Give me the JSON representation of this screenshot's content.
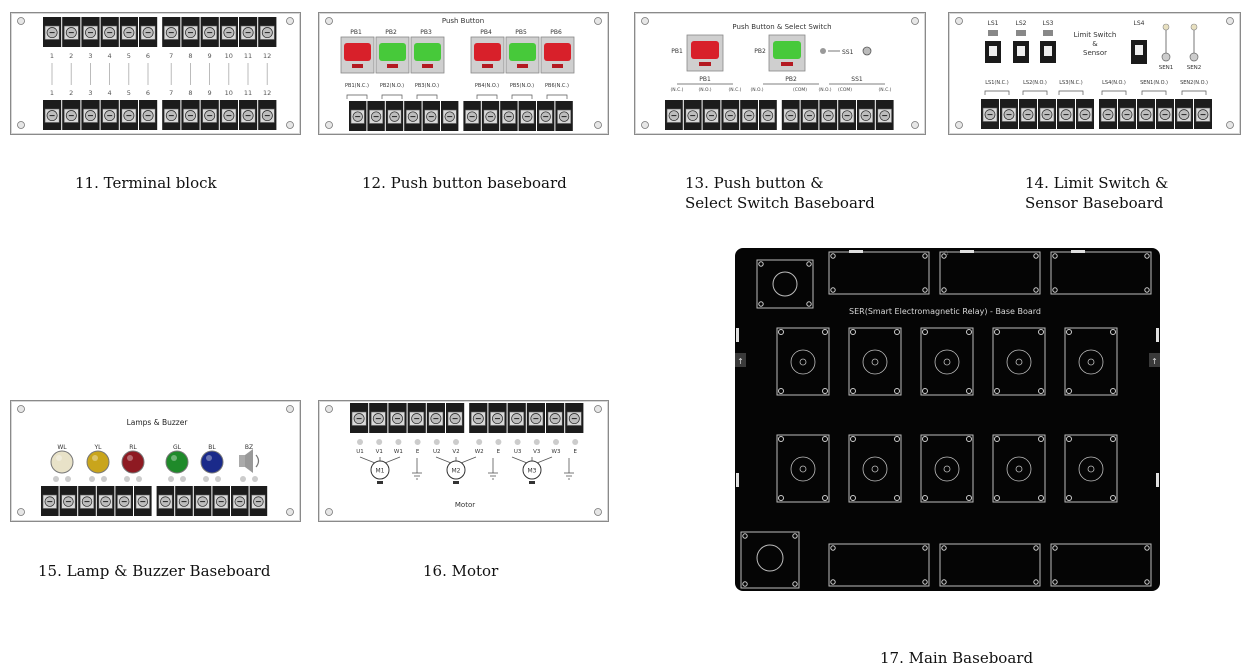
{
  "captions": {
    "c11": "11. Terminal block",
    "c12": "12. Push button baseboard",
    "c13_line1": "13. Push button &",
    "c13_line2": "Select Switch Baseboard",
    "c14_line1": "14. Limit Switch &",
    "c14_line2": "Sensor Baseboard",
    "c15": "15. Lamp & Buzzer Baseboard",
    "c16": "16. Motor",
    "c17": "17. Main Baseboard"
  },
  "terminal_block": {
    "numbers": [
      "1",
      "2",
      "3",
      "4",
      "5",
      "6",
      "7",
      "8",
      "9",
      "10",
      "11",
      "12"
    ]
  },
  "push_button": {
    "title": "Push Button",
    "buttons": [
      {
        "label": "PB1",
        "color": "#d8202a"
      },
      {
        "label": "PB2",
        "color": "#47c93a"
      },
      {
        "label": "PB3",
        "color": "#47c93a"
      },
      {
        "label": "PB4",
        "color": "#d8202a"
      },
      {
        "label": "PB5",
        "color": "#47c93a"
      },
      {
        "label": "PB6",
        "color": "#d8202a"
      }
    ],
    "contacts": [
      "PB1(N.C.)",
      "PB2(N.O.)",
      "PB3(N.O.)",
      "PB4(N.O.)",
      "PB5(N.O.)",
      "PB6(N.C.)"
    ]
  },
  "push_select": {
    "title": "Push Button & Select Switch",
    "pb1": "PB1",
    "pb2": "PB2",
    "ss1": "SS1",
    "groups": [
      "PB1",
      "PB2",
      "SS1"
    ],
    "contact_labels": [
      "(N.C.)",
      "(N.O.)",
      "(N.C.)",
      "(N.O.)",
      "(COM)",
      "(N.O.)",
      "(COM)",
      "(N.C.)"
    ]
  },
  "limit_sensor": {
    "title_line1": "Limit Switch",
    "title_line2": "&",
    "title_line3": "Sensor",
    "switches": [
      "LS1",
      "LS2",
      "LS3"
    ],
    "ls4": "LS4",
    "sensors": [
      "SEN1",
      "SEN2"
    ],
    "contacts": [
      "LS1(N.C.)",
      "LS2(N.O.)",
      "LS3(N.C.)",
      "LS4(N.O.)",
      "SEN1(N.O.)",
      "SEN2(N.O.)"
    ]
  },
  "lamps": {
    "title": "Lamps & Buzzer",
    "items": [
      {
        "label": "WL",
        "color": "#e8e2c8"
      },
      {
        "label": "YL",
        "color": "#c9a51c"
      },
      {
        "label": "RL",
        "color": "#8e1a22"
      },
      {
        "label": "GL",
        "color": "#1f8a2a"
      },
      {
        "label": "BL",
        "color": "#1a2a8a"
      },
      {
        "label": "BZ",
        "color": "#bbbbbb"
      }
    ]
  },
  "motor": {
    "title": "Motor",
    "terminals": [
      "U1",
      "V1",
      "W1",
      "E",
      "U2",
      "V2",
      "W2",
      "E",
      "U3",
      "V3",
      "W3",
      "E"
    ],
    "motors": [
      "M1",
      "M2",
      "M3"
    ]
  },
  "main_board": {
    "title": "SER(Smart Electromagnetic Relay) - Base Board"
  }
}
